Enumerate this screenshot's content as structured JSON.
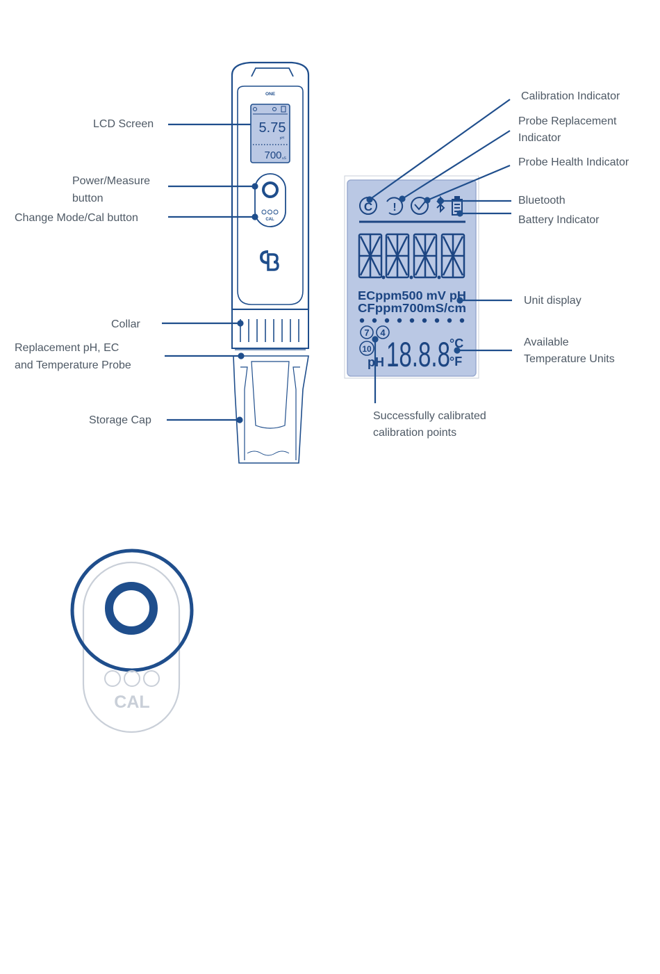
{
  "device": {
    "brand_text": "ONE",
    "lcd_main_reading": "5.75",
    "lcd_main_unit": "pH",
    "lcd_secondary_reading": "700",
    "lcd_secondary_unit": "uS",
    "cal_label": "CAL"
  },
  "left_labels": {
    "lcd_screen": "LCD Screen",
    "power_button_line1": "Power/Measure",
    "power_button_line2": "button",
    "change_mode": "Change Mode/Cal button",
    "collar": "Collar",
    "probe_line1": "Replacement pH, EC",
    "probe_line2": "and Temperature Probe",
    "storage_cap": "Storage Cap"
  },
  "right_labels": {
    "calibration_indicator": "Calibration Indicator",
    "probe_replacement_line1": "Probe Replacement",
    "probe_replacement_line2": "Indicator",
    "probe_health": "Probe Health Indicator",
    "bluetooth": "Bluetooth",
    "battery": "Battery Indicator",
    "unit_display": "Unit display",
    "temp_units_line1": "Available",
    "temp_units_line2": "Temperature Units",
    "calibrated_line1": "Successfully calibrated",
    "calibrated_line2": "calibration points"
  },
  "lcd_panel": {
    "digits": "8888",
    "unit_row1": "ECppm500 mV pH",
    "unit_row2": "CFppm700mS/cm",
    "cal_point_7": "7",
    "cal_point_4": "4",
    "cal_point_10": "10",
    "temp_prefix": "pH",
    "temp_digits": "18.8.8",
    "unit_c": "°C",
    "unit_f": "°F"
  },
  "button_closeup": {
    "cal_label": "CAL"
  },
  "colors": {
    "navy": "#1f4e8c",
    "lcd_bg": "#bac8e4",
    "lcd_ink": "#1c4582",
    "label_text": "#4e5965",
    "light_outline": "#c9cfd8"
  }
}
